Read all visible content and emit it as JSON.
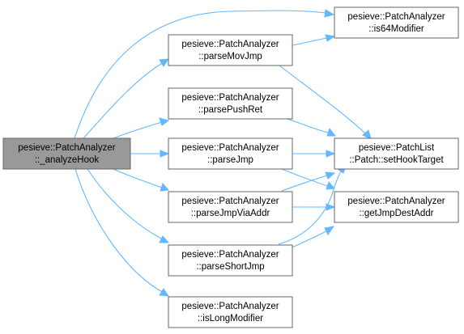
{
  "graph": {
    "nodes": {
      "analyzeHook": {
        "line1": "pesieve::PatchAnalyzer",
        "line2": "::_analyzeHook"
      },
      "parseMovJmp": {
        "line1": "pesieve::PatchAnalyzer",
        "line2": "::parseMovJmp"
      },
      "parsePushRet": {
        "line1": "pesieve::PatchAnalyzer",
        "line2": "::parsePushRet"
      },
      "parseJmp": {
        "line1": "pesieve::PatchAnalyzer",
        "line2": "::parseJmp"
      },
      "parseJmpViaAddr": {
        "line1": "pesieve::PatchAnalyzer",
        "line2": "::parseJmpViaAddr"
      },
      "parseShortJmp": {
        "line1": "pesieve::PatchAnalyzer",
        "line2": "::parseShortJmp"
      },
      "isLongModifier": {
        "line1": "pesieve::PatchAnalyzer",
        "line2": "::isLongModifier"
      },
      "is64Modifier": {
        "line1": "pesieve::PatchAnalyzer",
        "line2": "::is64Modifier"
      },
      "setHookTarget": {
        "line1": "pesieve::PatchList",
        "line2": "::Patch::setHookTarget"
      },
      "getJmpDestAddr": {
        "line1": "pesieve::PatchAnalyzer",
        "line2": "::getJmpDestAddr"
      }
    },
    "colors": {
      "edge": "#63b8ff",
      "node_border": "#666666",
      "node_fill": "#ffffff",
      "root_fill": "#999999"
    }
  }
}
